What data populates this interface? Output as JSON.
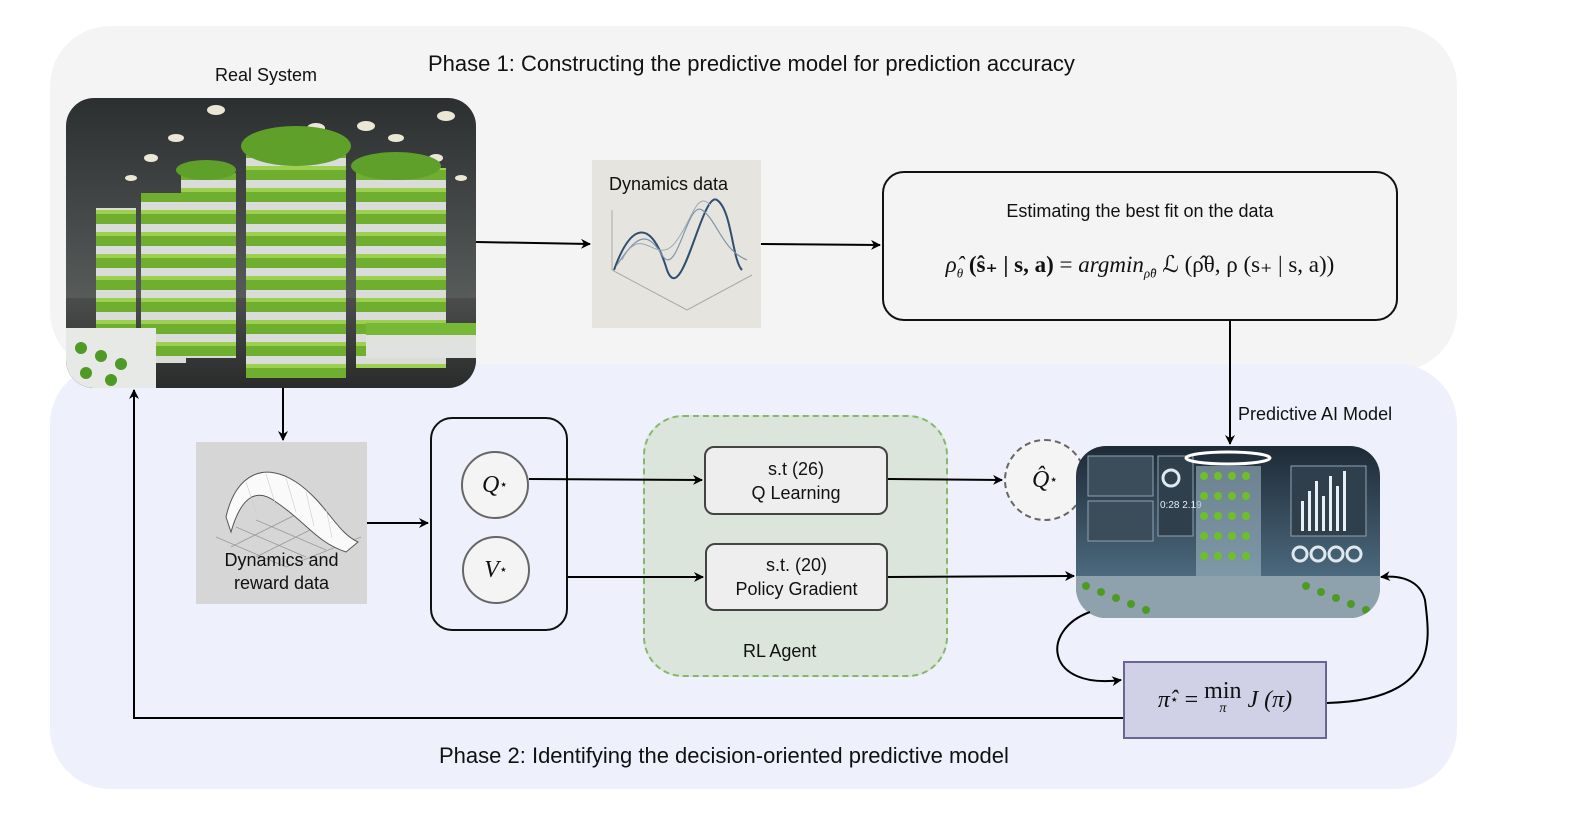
{
  "phase1": {
    "title": "Phase 1: Constructing the predictive model for prediction accuracy"
  },
  "phase2": {
    "title": "Phase 2: Identifying the decision-oriented predictive model"
  },
  "real_system": {
    "label": "Real System",
    "image_alt": "vertical farm"
  },
  "dynamics_data": {
    "label": "Dynamics data"
  },
  "best_fit": {
    "title": "Estimating the best fit on the data",
    "equation": {
      "lhs": "ρ̂",
      "lhs_sub": "θ",
      "lhs_args": "(ŝ₊ | s, a)",
      "eq": "=",
      "op": "argmin",
      "op_sub": "ρ̂θ",
      "loss": "ℒ",
      "rhs_args": "(ρ̂θ, ρ (s₊ | s, a))"
    }
  },
  "dyn_reward": {
    "label_line1": "Dynamics and",
    "label_line2": "reward data"
  },
  "value_functions": {
    "q_star": "Q",
    "v_star": "V",
    "star": "⋆"
  },
  "rl_agent": {
    "label": "RL Agent",
    "q_learning": {
      "line1": "s.t (26)",
      "line2": "Q Learning"
    },
    "policy_gradient": {
      "line1": "s.t. (20)",
      "line2": "Policy Gradient"
    }
  },
  "q_hat": {
    "symbol": "Q̂",
    "star": "⋆"
  },
  "predictive_model": {
    "label": "Predictive AI Model",
    "dashboard_readout": "0:28  2.19"
  },
  "policy_opt": {
    "lhs": "π̂",
    "star": "⋆",
    "eq": "=",
    "op": "min",
    "op_sub": "π",
    "rhs": "J (π)"
  },
  "colors": {
    "phase1_bg": "#f4f4f4",
    "phase2_bg": "#eef0fb",
    "rl_agent_bg": "#dbe5dc",
    "rl_agent_border": "#86b86c",
    "policy_box_bg": "#d0d0e6",
    "policy_box_border": "#6b6497"
  }
}
